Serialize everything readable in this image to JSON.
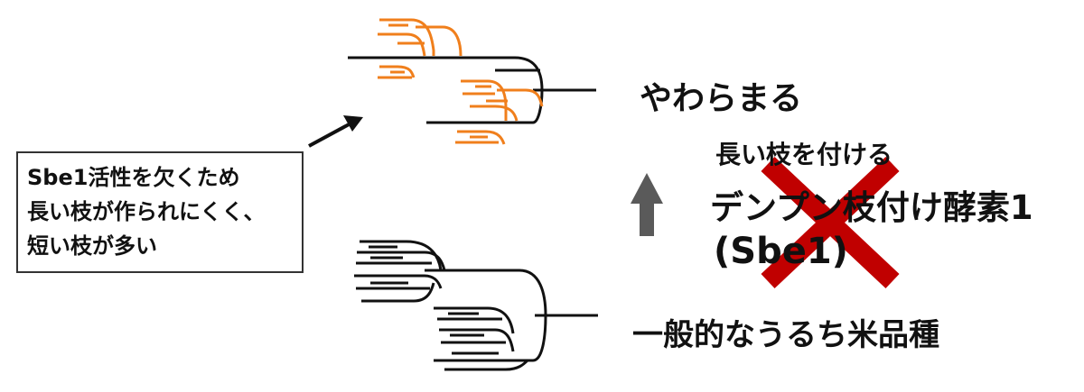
{
  "labels": {
    "top_variety": "やわらまる",
    "bottom_variety": "一般的なうるち米品種",
    "enzyme_action": "長い枝を付ける",
    "enzyme_name": "デンプン枝付け酵素1",
    "enzyme_abbrev": "(Sbe1)"
  },
  "callout": {
    "lines": [
      "Sbe1活性を欠くため",
      "長い枝が作られにくく、",
      "短い枝が多い"
    ]
  },
  "colors": {
    "short_branch": "#f07f1c",
    "line": "#111111",
    "cross": "#c00000",
    "arrow": "#5a5a5a"
  }
}
